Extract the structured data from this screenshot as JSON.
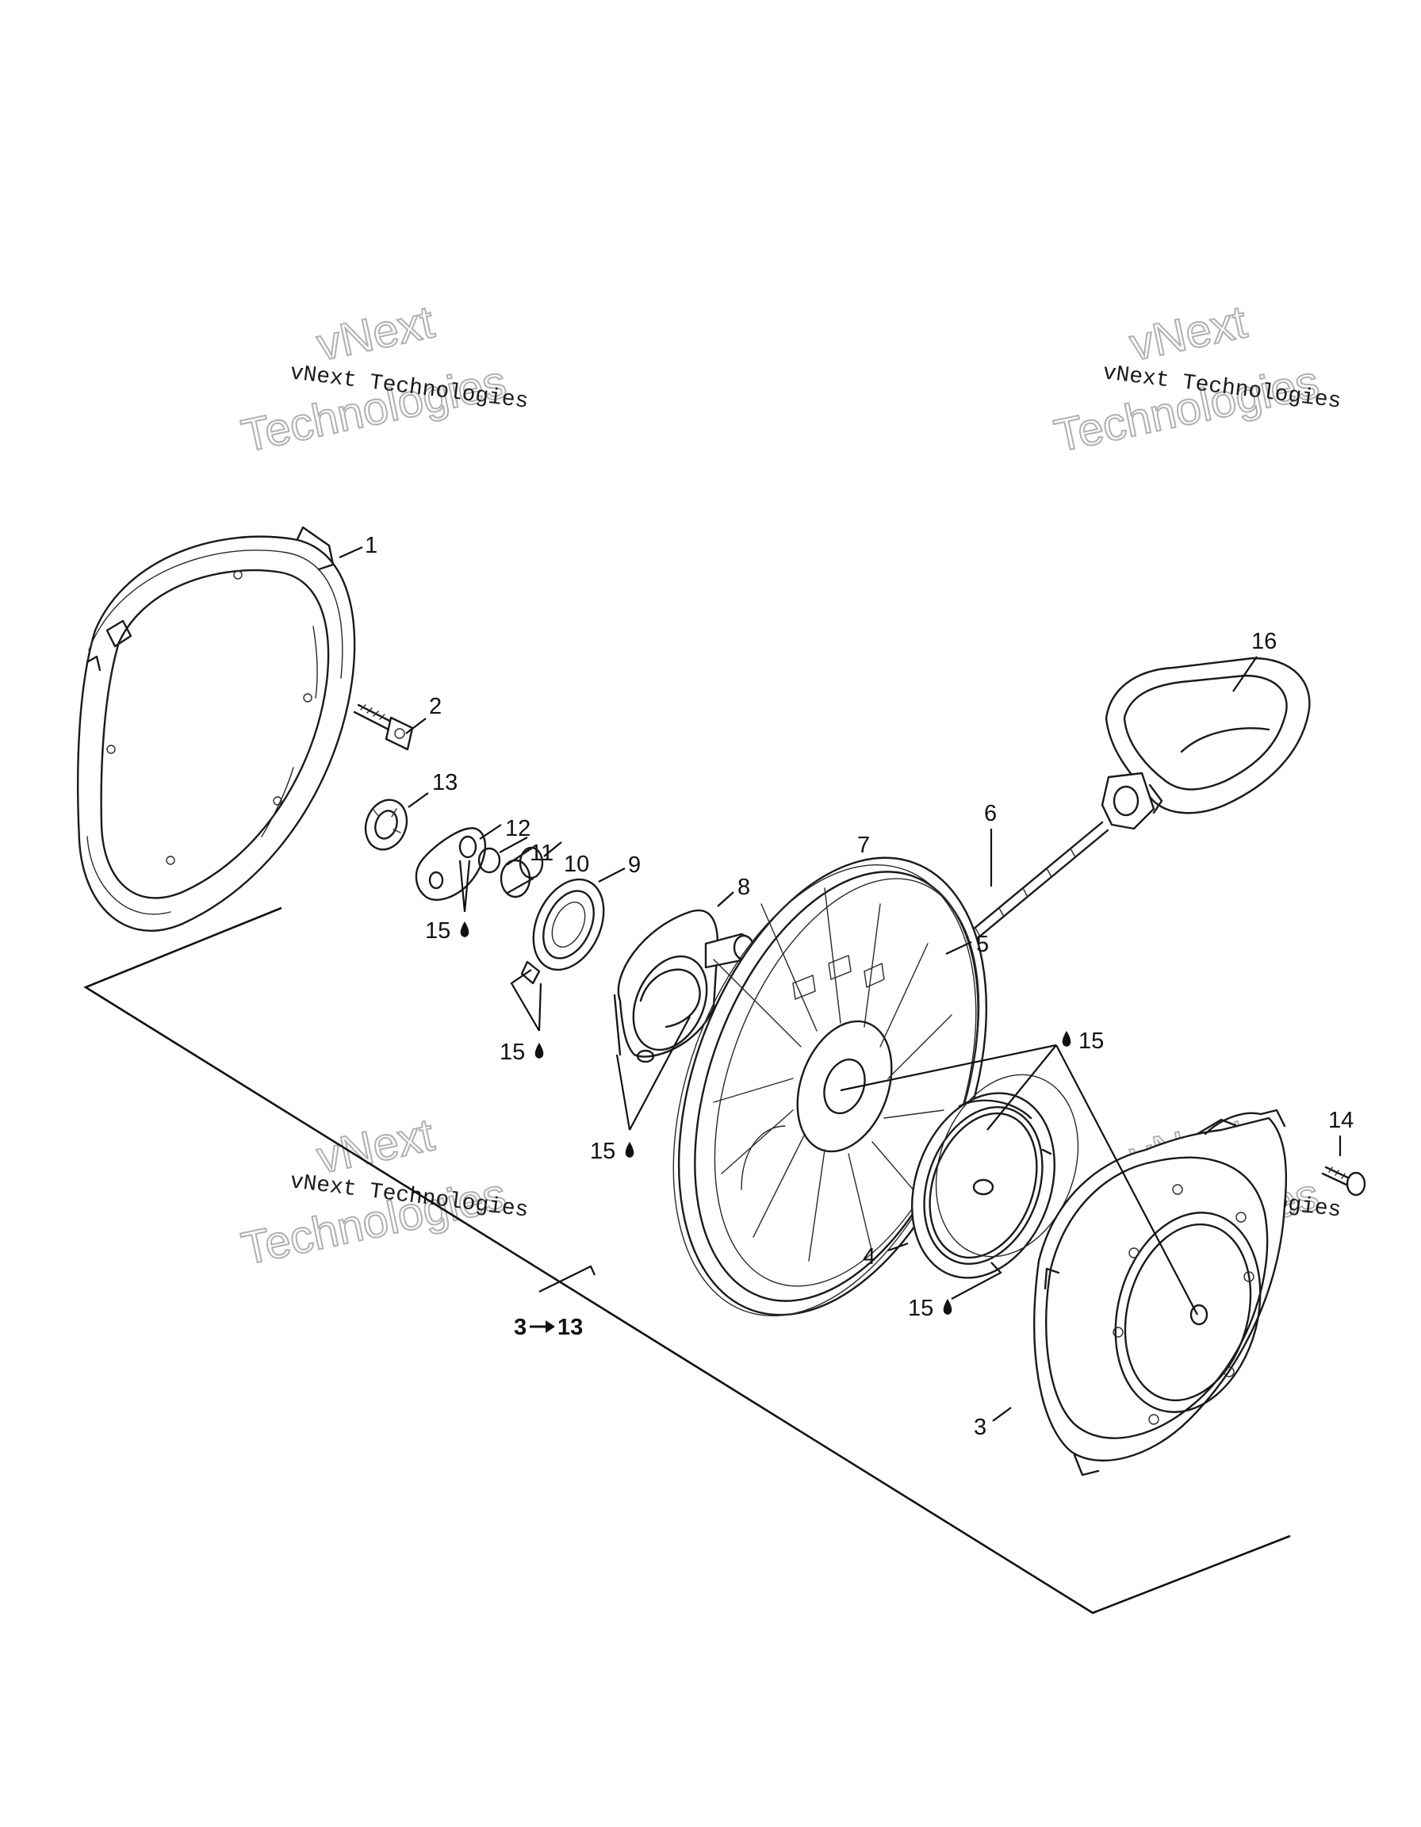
{
  "diagram": {
    "labels": {
      "p1": "1",
      "p2": "2",
      "p3": "3",
      "p4": "4",
      "p5": "5",
      "p6": "6",
      "p7": "7",
      "p8": "8",
      "p9": "9",
      "p10": "10",
      "p11": "11",
      "p12": "12",
      "p13": "13",
      "p14": "14",
      "p16": "16",
      "lube_a": "15",
      "lube_b": "15",
      "lube_c": "15",
      "lube_d": "15",
      "lube_e": "15",
      "assembly_from": "3",
      "assembly_to": "13"
    },
    "watermark": {
      "small": "vNext Technologies",
      "big_line1": "vNext",
      "big_line2": "Technologies"
    }
  }
}
